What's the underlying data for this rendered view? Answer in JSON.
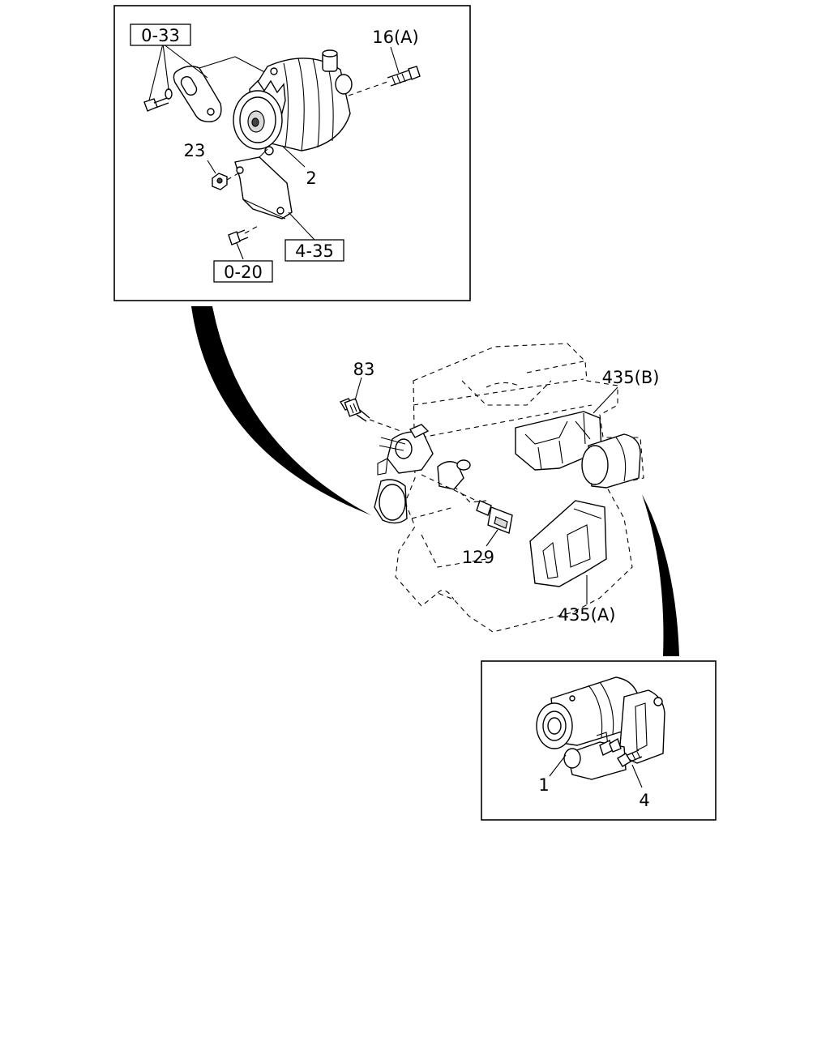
{
  "labels": {
    "alt_ref_033": "0-33",
    "alt_bolt": "16(A)",
    "alt_nut": "23",
    "alternator": "2",
    "alt_ref_435": "4-35",
    "alt_ref_020": "0-20",
    "sensor_83": "83",
    "heat_shield_b": "435(B)",
    "sensor_129": "129",
    "heat_shield_a": "435(A)",
    "starter": "1",
    "starter_bolt": "4"
  }
}
